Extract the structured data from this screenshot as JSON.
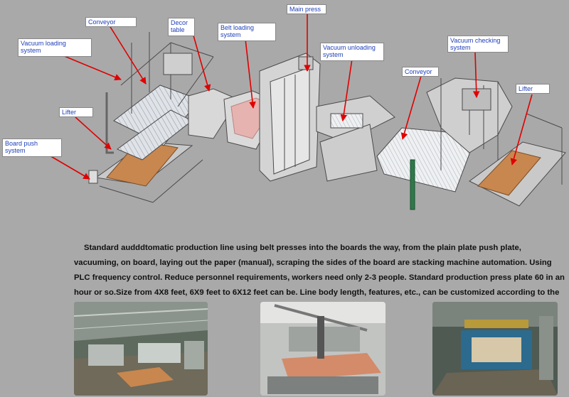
{
  "labels": {
    "conveyor_left": "Conveyor",
    "vacuum_loading": "Vacuum loading\nsystem",
    "decor_table": "Decor\ntable",
    "belt_loading": "Belt loading\nsystem",
    "main_press": "Main press",
    "vacuum_unloading": "Vacuum unloading\nsystem",
    "vacuum_checking": "Vacuum checking\nsystem",
    "conveyor_right": "Conveyor",
    "lifter_left": "Lifter",
    "lifter_right": "Lifter",
    "board_push": "Board push\nsystem"
  },
  "description": "Standard audddtomatic production line using belt presses into the boards the way, from the plain plate push plate, vacuuming, on board, laying out the paper (manual), scraping the sides of the board are stacking machine automation. Using PLC frequency control. Reduce personnel requirements, workers need only 2-3 people. Standard production press plate 60 in an hour  or so.Size from 4X8 feet, 6X9 feet to 6X12 feet can be. Line body length, features, etc., can be customized according to the customer.",
  "colors": {
    "background": "#a9a9a9",
    "label_text": "#1f3fb8",
    "arrow": "#e00000",
    "board_wood": "#c8874f",
    "paper_pink": "#e6b3b0",
    "column_green": "#2d7a4b"
  }
}
